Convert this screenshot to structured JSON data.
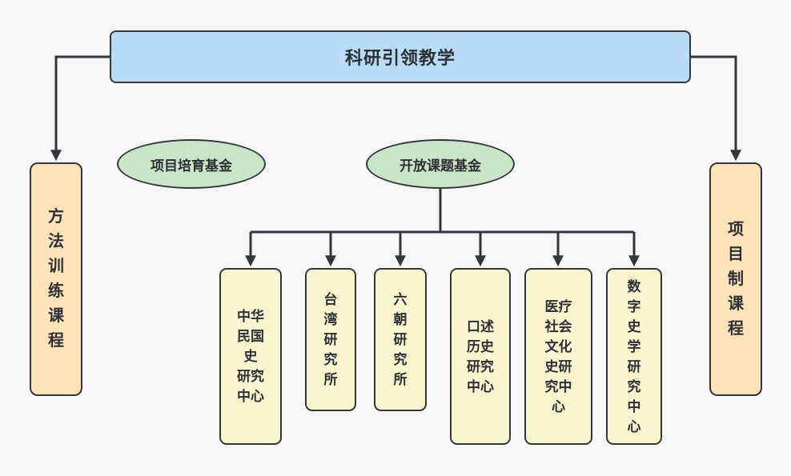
{
  "colors": {
    "background": "#f7f7f7",
    "stroke": "#33363c",
    "text": "#2d3035",
    "title_fill": "#b8dcf6",
    "fund_fill": "#c8e6c7",
    "course_fill": "#fde3b8",
    "center_fill": "#f9f6cf"
  },
  "nodes": {
    "title": {
      "label": "科研引领教学"
    },
    "fund_cultivation": {
      "label": "项目培育基金"
    },
    "fund_open": {
      "label": "开放课题基金"
    },
    "left_course": {
      "label": "方法训练课程",
      "wrapped": "方\n法\n训\n练\n课\n程"
    },
    "right_course": {
      "label": "项目制课程",
      "wrapped": "项\n目\n制\n课\n程"
    },
    "centers": [
      {
        "label": "中华民国史研究中心",
        "wrapped": "中华\n民国\n史\n研究\n中心"
      },
      {
        "label": "台湾研究所",
        "wrapped": "台\n湾\n研\n究\n所"
      },
      {
        "label": "六朝研究所",
        "wrapped": "六\n朝\n研\n究\n所"
      },
      {
        "label": "口述历史研究中心",
        "wrapped": "口述\n历史\n研究\n中心"
      },
      {
        "label": "医疗社会文化史研究中心",
        "wrapped": "医疗\n社会\n文化\n史研\n究中\n心"
      },
      {
        "label": "数字史学研究中心",
        "wrapped": "数\n字\n史\n学\n研\n究\n中\n心"
      }
    ]
  }
}
